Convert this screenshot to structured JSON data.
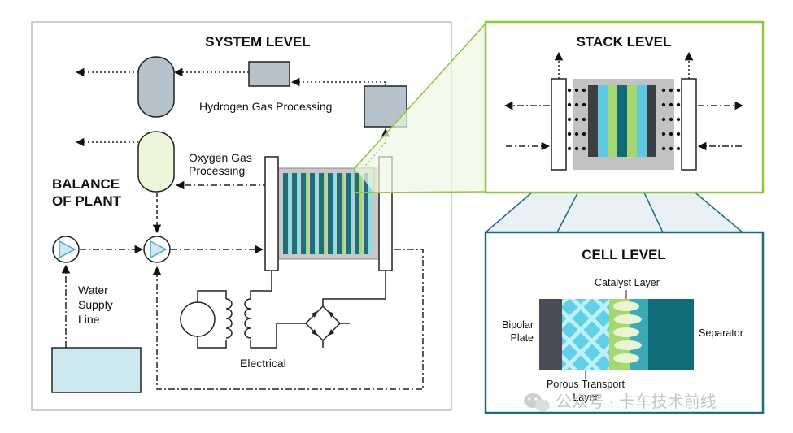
{
  "system": {
    "title": "SYSTEM LEVEL",
    "balance_line1": "BALANCE",
    "balance_line2": "OF PLANT",
    "hydrogen_processing": "Hydrogen Gas Processing",
    "oxygen_line1": "Oxygen Gas",
    "oxygen_line2": "Processing",
    "water_line1": "Water",
    "water_line2": "Supply",
    "water_line3": "Line",
    "electrical": "Electrical"
  },
  "stack": {
    "title": "STACK LEVEL"
  },
  "cell": {
    "title": "CELL LEVEL",
    "catalyst_layer": "Catalyst Layer",
    "bipolar_line1": "Bipolar",
    "bipolar_line2": "Plate",
    "separator": "Separator",
    "porous_line1": "Porous Transport",
    "porous_line2": "Layer"
  },
  "watermark": "公众号 · 卡车技术前线",
  "colors": {
    "green_frame": "#8dc63f",
    "teal_frame": "#1b6e7c",
    "tank_grey": "#b7c3cc",
    "tank_green": "#eef6d9",
    "water_tank": "#cde8f0",
    "stack_blue": "#5ec9e0",
    "stack_green": "#a6d86f",
    "stack_teal": "#126b78"
  }
}
